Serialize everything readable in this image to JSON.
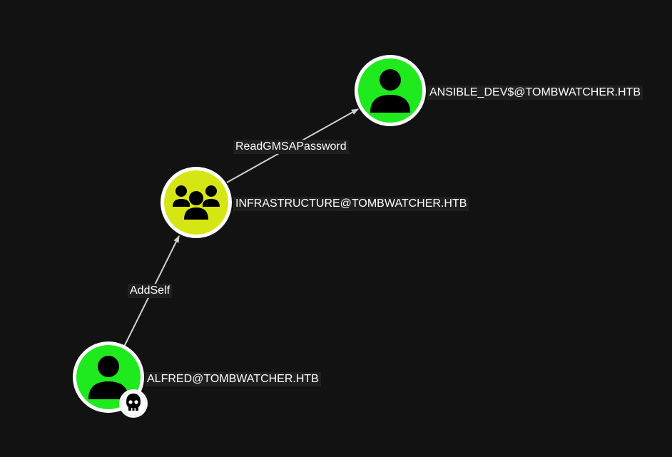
{
  "colors": {
    "background": "#121212",
    "user_node": "#1eea1e",
    "group_node": "#d6e614",
    "node_ring": "#ffffff",
    "edge": "#d0d0d0",
    "icon": "#000000"
  },
  "nodes": [
    {
      "id": "alfred",
      "label": "ALFRED@TOMBWATCHER.HTB",
      "type": "user",
      "icon": "user-icon",
      "badge": "skull-icon"
    },
    {
      "id": "infrastructure",
      "label": "INFRASTRUCTURE@TOMBWATCHER.HTB",
      "type": "group",
      "icon": "group-icon"
    },
    {
      "id": "ansible_dev",
      "label": "ANSIBLE_DEV$@TOMBWATCHER.HTB",
      "type": "user",
      "icon": "user-icon"
    }
  ],
  "edges": [
    {
      "from": "alfred",
      "to": "infrastructure",
      "label": "AddSelf"
    },
    {
      "from": "infrastructure",
      "to": "ansible_dev",
      "label": "ReadGMSAPassword"
    }
  ]
}
